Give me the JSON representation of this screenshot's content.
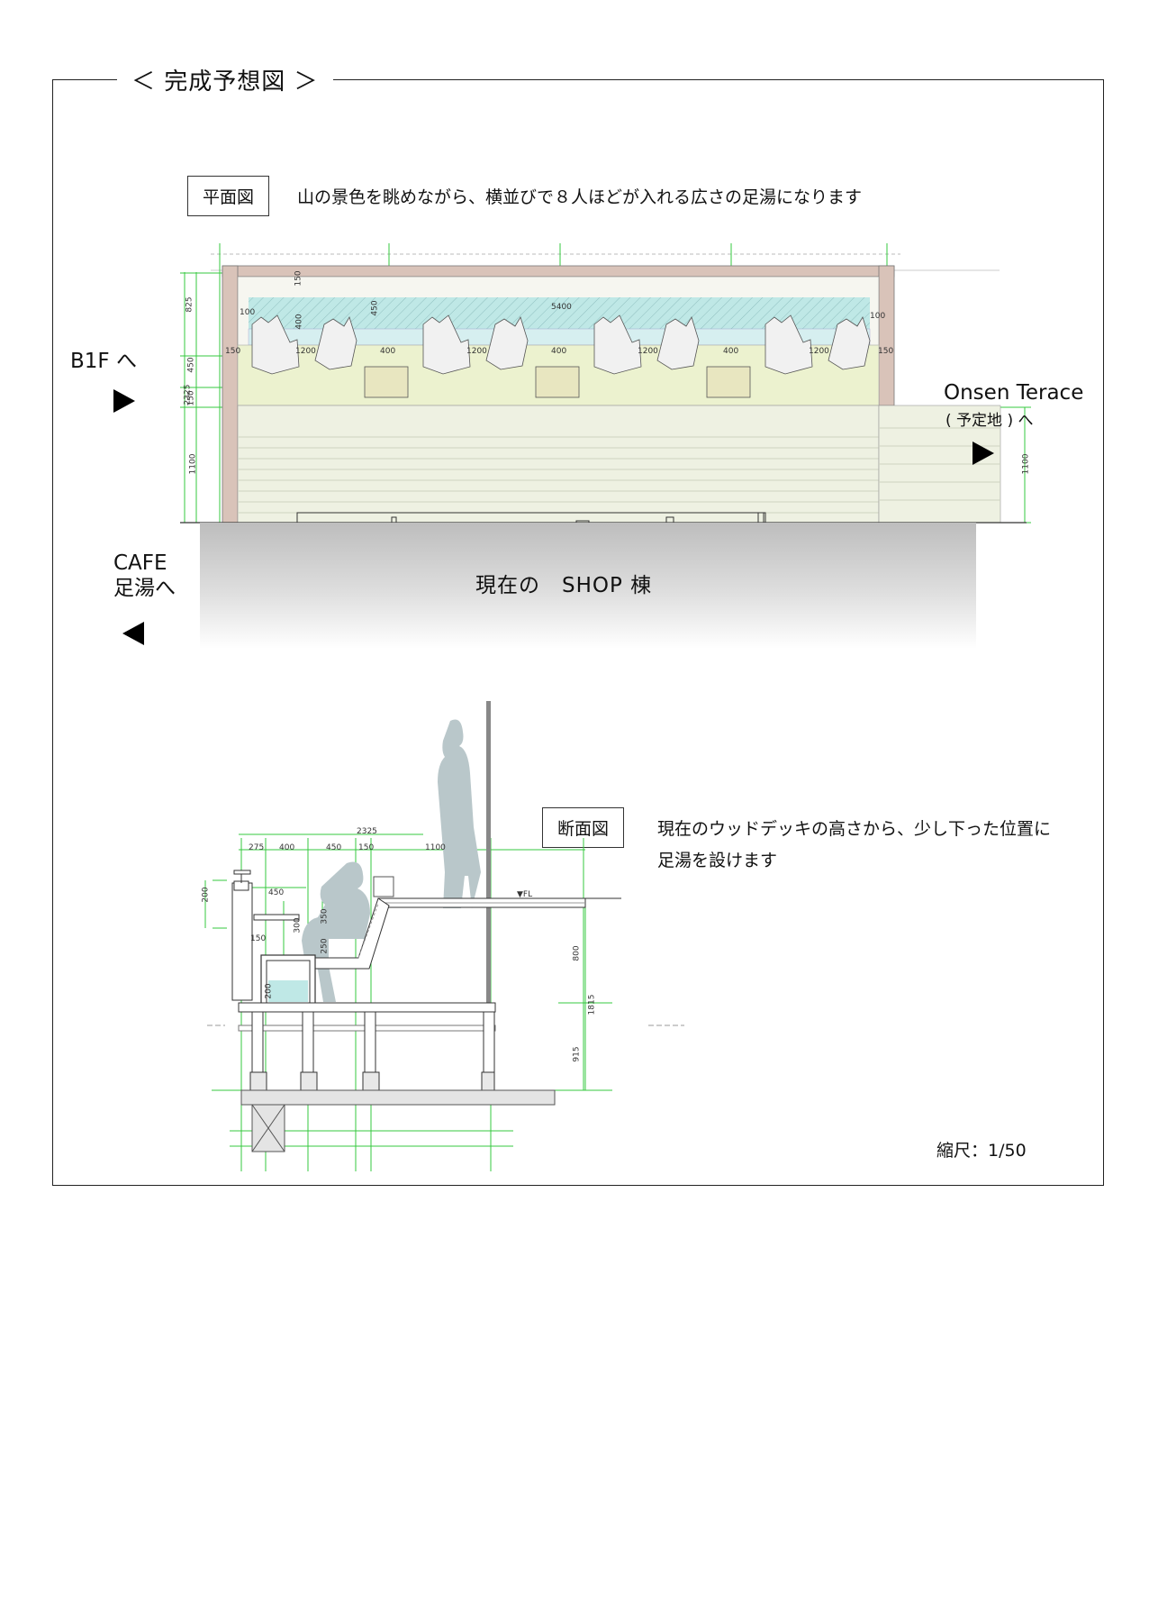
{
  "frame_title": "＜ 完成予想図 ＞",
  "plan": {
    "tag": "平面図",
    "caption": "山の景色を眺めながら、横並びで８人ほどが入れる広さの足湯になります",
    "dims": {
      "left_total": "2325",
      "left_upper": "825",
      "left_mid": "450",
      "left_small": "150",
      "left_lower": "1100",
      "top_small": "150",
      "top_a": "100",
      "top_b": "400",
      "top_c": "450",
      "top_span": "5400",
      "right_small": "100",
      "row_values": [
        "150",
        "1200",
        "400",
        "1200",
        "400",
        "1200",
        "400",
        "1200",
        "150"
      ],
      "right_terrace": "1100"
    }
  },
  "labels": {
    "b1f": "B1F へ",
    "onsen_line1": "Onsen Terace",
    "onsen_line2": "( 予定地 ) へ",
    "cafe_line1": "CAFE",
    "cafe_line2": "足湯へ",
    "shop": "現在の　SHOP 棟"
  },
  "section": {
    "tag": "断面図",
    "caption_line1": "現在のウッドデッキの高さから、少し下った位置に",
    "caption_line2": "足湯を設けます",
    "dims": {
      "top_total": "2325",
      "top_parts": [
        "275",
        "400",
        "450",
        "150",
        "1100"
      ],
      "h200": "200",
      "h450": "450",
      "h150": "150",
      "h300": "300",
      "h250": "250",
      "h350": "350",
      "h200b": "200",
      "right_upper": "800",
      "right_total": "1815",
      "right_lower": "915",
      "fl": "▼FL"
    }
  },
  "scale": "縮尺：1/50",
  "colors": {
    "dimension_green": "#35c93f",
    "water": "#bfe8e6",
    "deck": "#eef1e2",
    "wall": "#d9c3b9",
    "bench": "#ecf2cf",
    "figure": "#b9c7ca"
  }
}
